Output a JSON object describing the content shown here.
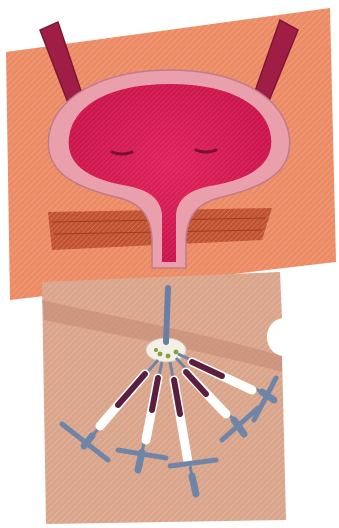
{
  "illustration": {
    "top_panel": {
      "subject": "bladder-cross-section",
      "colors": {
        "background_tissue": "#ec8a63",
        "bladder_wall": "#e9a0ac",
        "bladder_lumen": "#d4184f",
        "ureter": "#a01e45",
        "muscle_band": "#c1502f"
      }
    },
    "bottom_panel": {
      "subject": "multiple-injections-into-bladder-wall",
      "syringe_count": 5,
      "colors": {
        "tissue": "#d9a48a",
        "syringe_barrel": "#ffffff",
        "syringe_fluid": "#5a1f3f",
        "syringe_plunger": "#6f85a8",
        "needle_base": "#6b7fa6"
      }
    }
  }
}
